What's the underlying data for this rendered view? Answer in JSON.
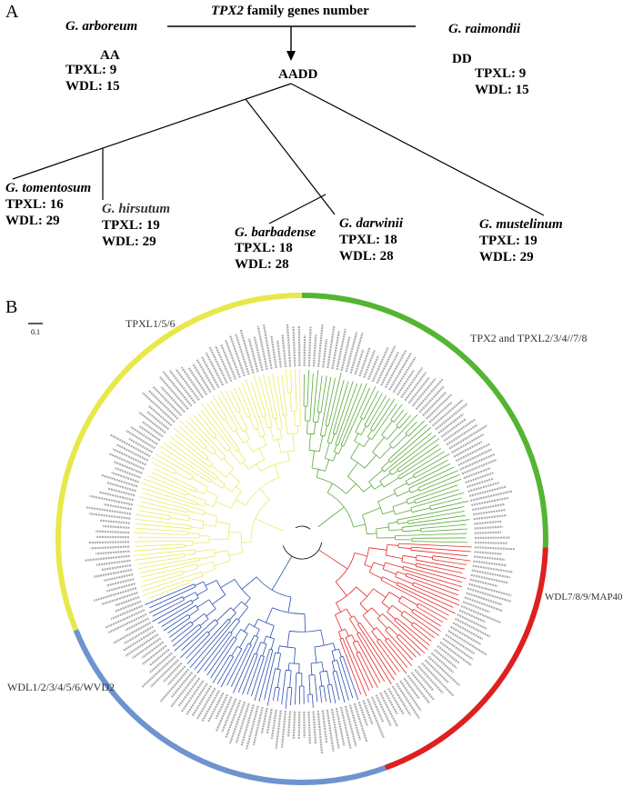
{
  "panel_a": {
    "letter": "A",
    "title_gene": "TPX2",
    "title_rest": " family genes  number",
    "parent_left": {
      "name": "G. arboreum",
      "genome": "AA",
      "tpxl": "TPXL: 9",
      "wdl": "WDL: 15"
    },
    "parent_right": {
      "name": "G. raimondii",
      "genome": "DD",
      "tpxl": "TPXL: 9",
      "wdl": "WDL: 15"
    },
    "hybrid": "AADD",
    "species": [
      {
        "name": "G. tomentosum",
        "tpxl": "TPXL: 16",
        "wdl": "WDL: 29"
      },
      {
        "name": "G. hirsutum",
        "tpxl": "TPXL: 19",
        "wdl": "WDL: 29"
      },
      {
        "name": "G. barbadense",
        "tpxl": "TPXL: 18",
        "wdl": "WDL: 28"
      },
      {
        "name": "G. darwinii",
        "tpxl": "TPXL: 18",
        "wdl": "WDL: 28"
      },
      {
        "name": "G. mustelinum",
        "tpxl": "TPXL: 19",
        "wdl": "WDL: 29"
      }
    ]
  },
  "panel_b": {
    "letter": "B",
    "scale_label": "0.1",
    "clades": [
      {
        "label": "TPXL1/5/6",
        "color": "#e8e84a",
        "branch_color": "#eaea66"
      },
      {
        "label": "TPX2 and TPXL2/3/4//7/8",
        "color": "#55b532",
        "branch_color": "#5aa83a"
      },
      {
        "label": "WDL7/8/9/MAP40",
        "color": "#e01f1f",
        "branch_color": "#e32a2a"
      },
      {
        "label": "WDL1/2/3/4/5/6/WVD2",
        "color": "#6f93cf",
        "branch_color": "#2c4fb0"
      }
    ]
  }
}
